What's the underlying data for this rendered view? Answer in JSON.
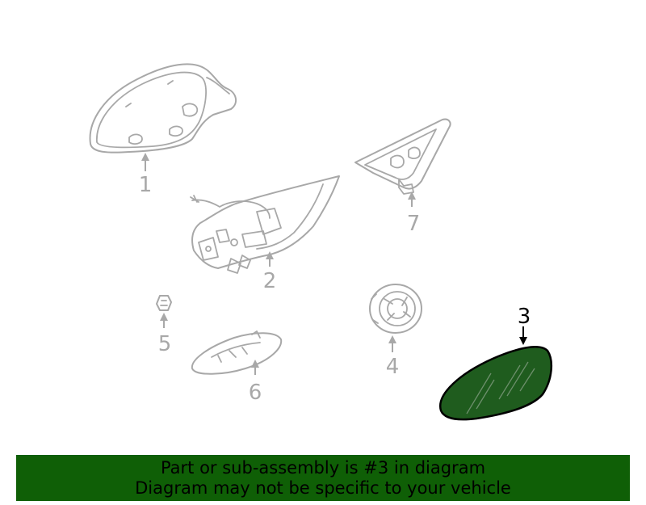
{
  "callouts": {
    "part_1": "1",
    "part_2": "2",
    "part_3": "3",
    "part_4": "4",
    "part_5": "5",
    "part_6": "6",
    "part_7": "7"
  },
  "highlighted_part": "3",
  "colors": {
    "highlight_fill": "#1f5c1e",
    "banner_background": "#0f5f06",
    "part_outline": "#a8a8a8"
  },
  "banner": {
    "line1": "Part or sub-assembly is #3 in diagram",
    "line2": "Diagram may not be specific to your vehicle"
  }
}
